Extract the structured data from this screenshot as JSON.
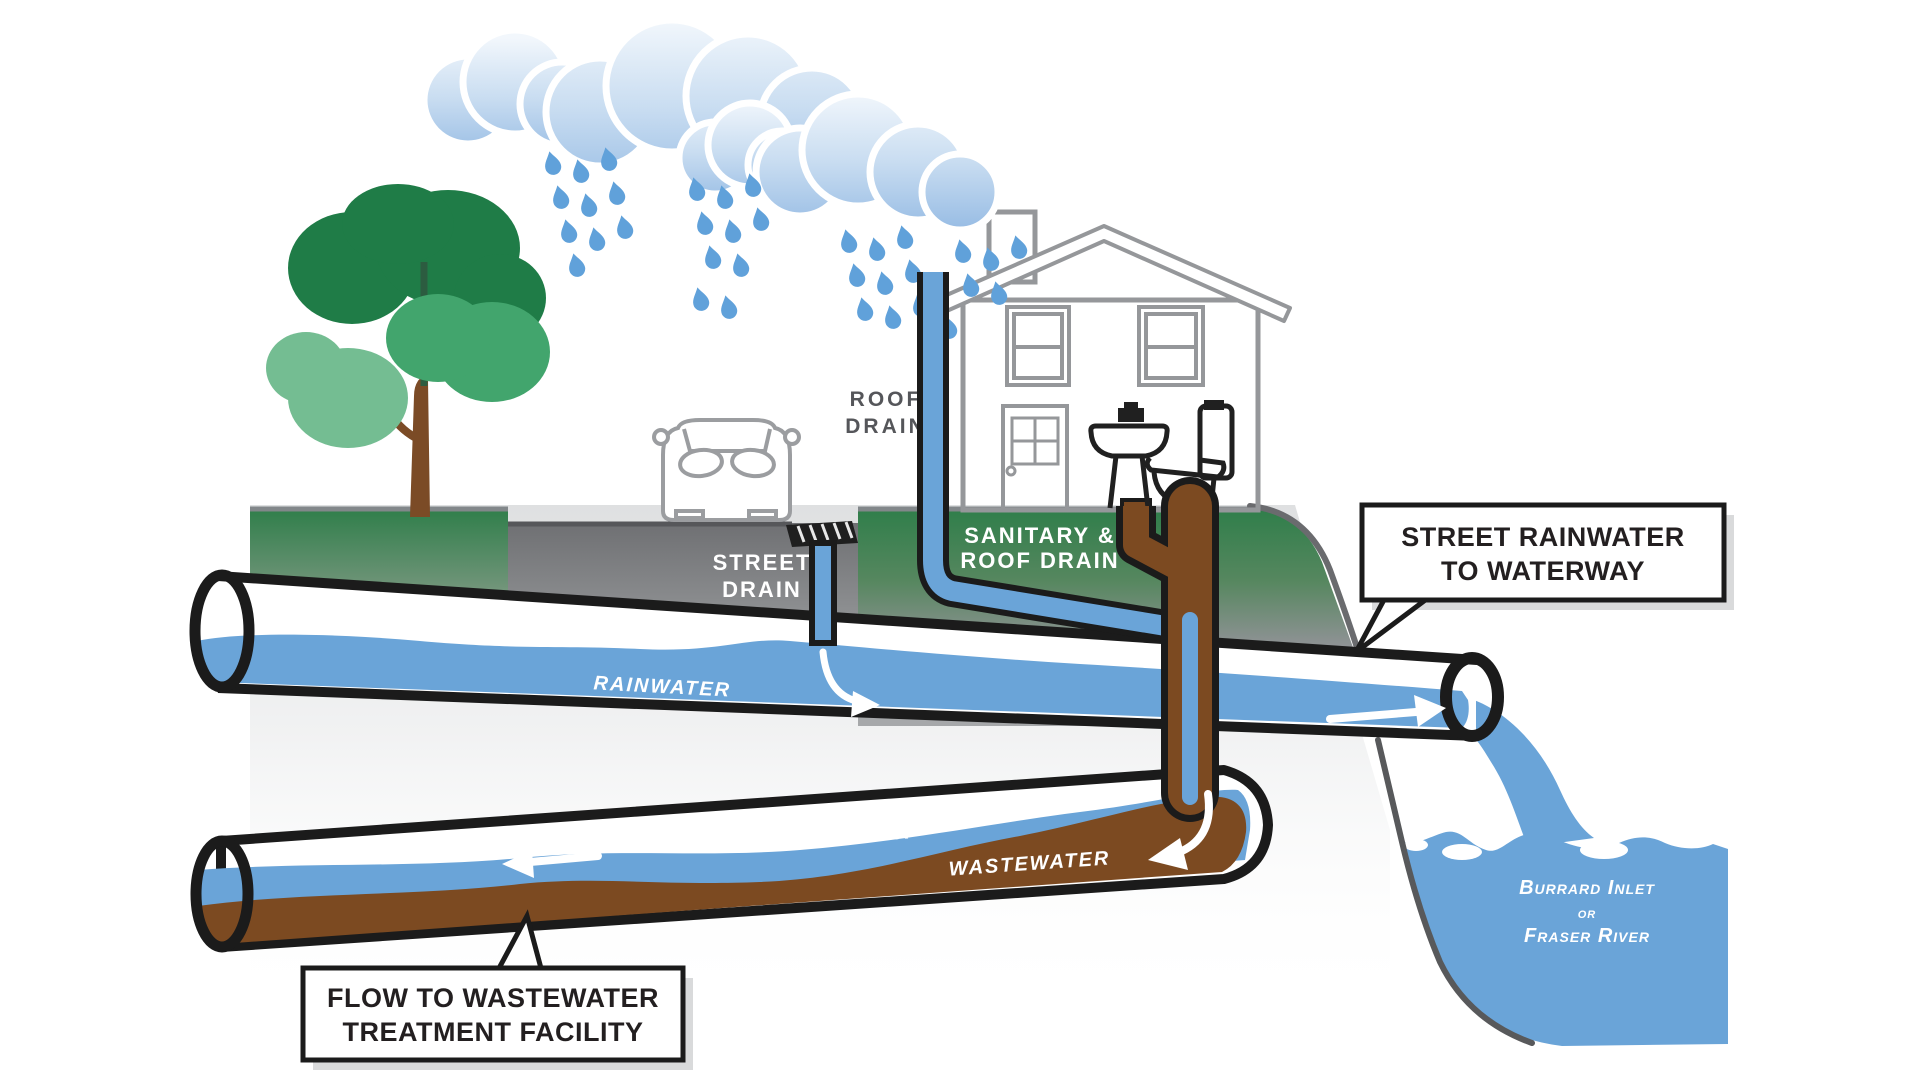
{
  "labels": {
    "roof_drain_line1": "ROOF",
    "roof_drain_line2": "DRAIN",
    "street_drain_line1": "STREET",
    "street_drain_line2": "DRAIN",
    "sanitary_line1": "SANITARY &",
    "sanitary_line2": "ROOF DRAIN",
    "rainwater_upper": "RAINWATER",
    "rainwater_lower": "RAINWATER",
    "wastewater": "WASTEWATER",
    "waterway_line1": "Burrard Inlet",
    "waterway_line2": "or",
    "waterway_line3": "Fraser River"
  },
  "callouts": {
    "street_rainwater_line1": "STREET RAINWATER",
    "street_rainwater_line2": "TO WATERWAY",
    "treatment_line1": "FLOW TO WASTEWATER",
    "treatment_line2": "TREATMENT FACILITY"
  },
  "colors": {
    "water_blue": "#6aa4d8",
    "rain_drop_blue": "#60a1da",
    "waste_brown": "#7c4a21",
    "lawn_green": "#2f7e4a",
    "street_gray": "#808285",
    "outline_black": "#1b1b1b",
    "callout_text": "#231f20",
    "label_gray": "#55565a",
    "house_outline_gray": "#95979a"
  },
  "elements": [
    "rain-cloud-icon",
    "rain-drop-icon",
    "tree-icon",
    "car-icon",
    "house-icon",
    "sink-icon",
    "toilet-icon",
    "street-drain-grate",
    "rainwater-pipe",
    "combined-sewer-pipe",
    "sanitary-stack-pipe",
    "roof-drain-pipe",
    "waterway",
    "waterfall",
    "flow-arrow"
  ]
}
